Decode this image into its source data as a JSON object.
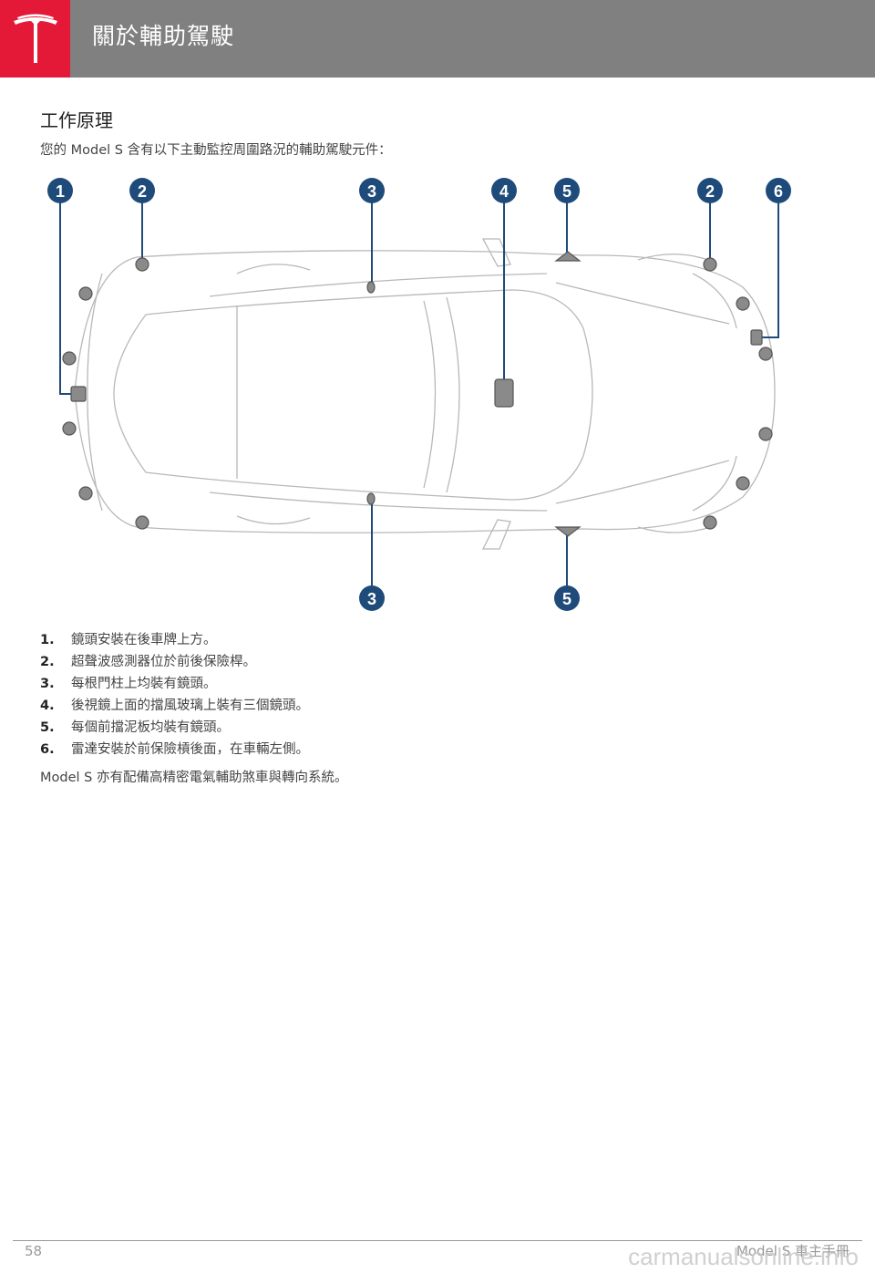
{
  "header": {
    "title": "關於輔助駕駛"
  },
  "section": {
    "title": "工作原理",
    "intro": "您的 Model S 含有以下主動監控周圍路況的輔助駕駛元件："
  },
  "callouts": {
    "top": [
      "1",
      "2",
      "3",
      "4",
      "5",
      "2",
      "6"
    ],
    "bottom": [
      "3",
      "5"
    ]
  },
  "list": [
    {
      "num": "1.",
      "text": "鏡頭安裝在後車牌上方。"
    },
    {
      "num": "2.",
      "text": "超聲波感測器位於前後保險桿。"
    },
    {
      "num": "3.",
      "text": "每根門柱上均裝有鏡頭。"
    },
    {
      "num": "4.",
      "text": "後視鏡上面的擋風玻璃上裝有三個鏡頭。"
    },
    {
      "num": "5.",
      "text": "每個前擋泥板均裝有鏡頭。"
    },
    {
      "num": "6.",
      "text": "雷達安裝於前保險槓後面，在車輛左側。"
    }
  ],
  "note": "Model S 亦有配備高精密電氣輔助煞車與轉向系統。",
  "footer": {
    "page": "58",
    "manual": "Model S 車主手冊",
    "watermark": "carmanualsonline.info"
  },
  "colors": {
    "brand": "#e31937",
    "header": "#808080",
    "callout": "#1f4b7a"
  }
}
